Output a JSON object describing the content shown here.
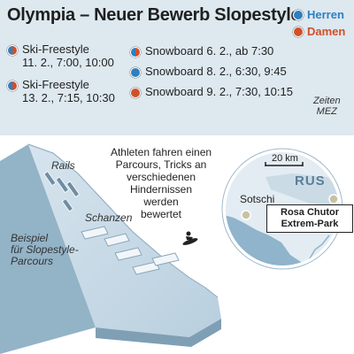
{
  "title": "Olympia – Neuer Bewerb Slopestyle",
  "colors": {
    "herren": "#2e7fbf",
    "damen": "#d0502b",
    "panel_bg": "#dde8ef",
    "slope_face": "#c5d7e4",
    "slope_side": "#92b2c6",
    "water": "#8fb4cc",
    "land": "#e3ecf2"
  },
  "legend": [
    {
      "label": "Herren",
      "color": "#2e7fbf"
    },
    {
      "label": "Damen",
      "color": "#d0502b"
    }
  ],
  "events": [
    {
      "name": "Ski-Freestyle",
      "date": "11. 2., 7:00, 10:00",
      "gender": "both"
    },
    {
      "name": "Ski-Freestyle",
      "date": "13. 2., 7:15, 10:30",
      "gender": "both"
    },
    {
      "text": "Snowboard 6. 2., ab 7:30",
      "gender": "both"
    },
    {
      "text": "Snowboard 8. 2., 6:30, 9:45",
      "gender": "herren"
    },
    {
      "text": "Snowboard 9. 2., 7:30, 10:15",
      "gender": "damen"
    }
  ],
  "zeiten": [
    "Zeiten",
    "MEZ"
  ],
  "diagram": {
    "rails_label": "Rails",
    "schanzen_label": "Schanzen",
    "beispiel_label": [
      "Beispiel",
      "für Slopestyle-",
      "Parcours"
    ],
    "description": [
      "Athleten fahren einen",
      "Parcours, Tricks an",
      "verschiedenen",
      "Hindernissen",
      "werden",
      "bewertet"
    ]
  },
  "map": {
    "scale_label": "20 km",
    "country": "RUS",
    "city": "Sotschi",
    "venue": [
      "Rosa Chutor",
      "Extrem-Park"
    ]
  }
}
